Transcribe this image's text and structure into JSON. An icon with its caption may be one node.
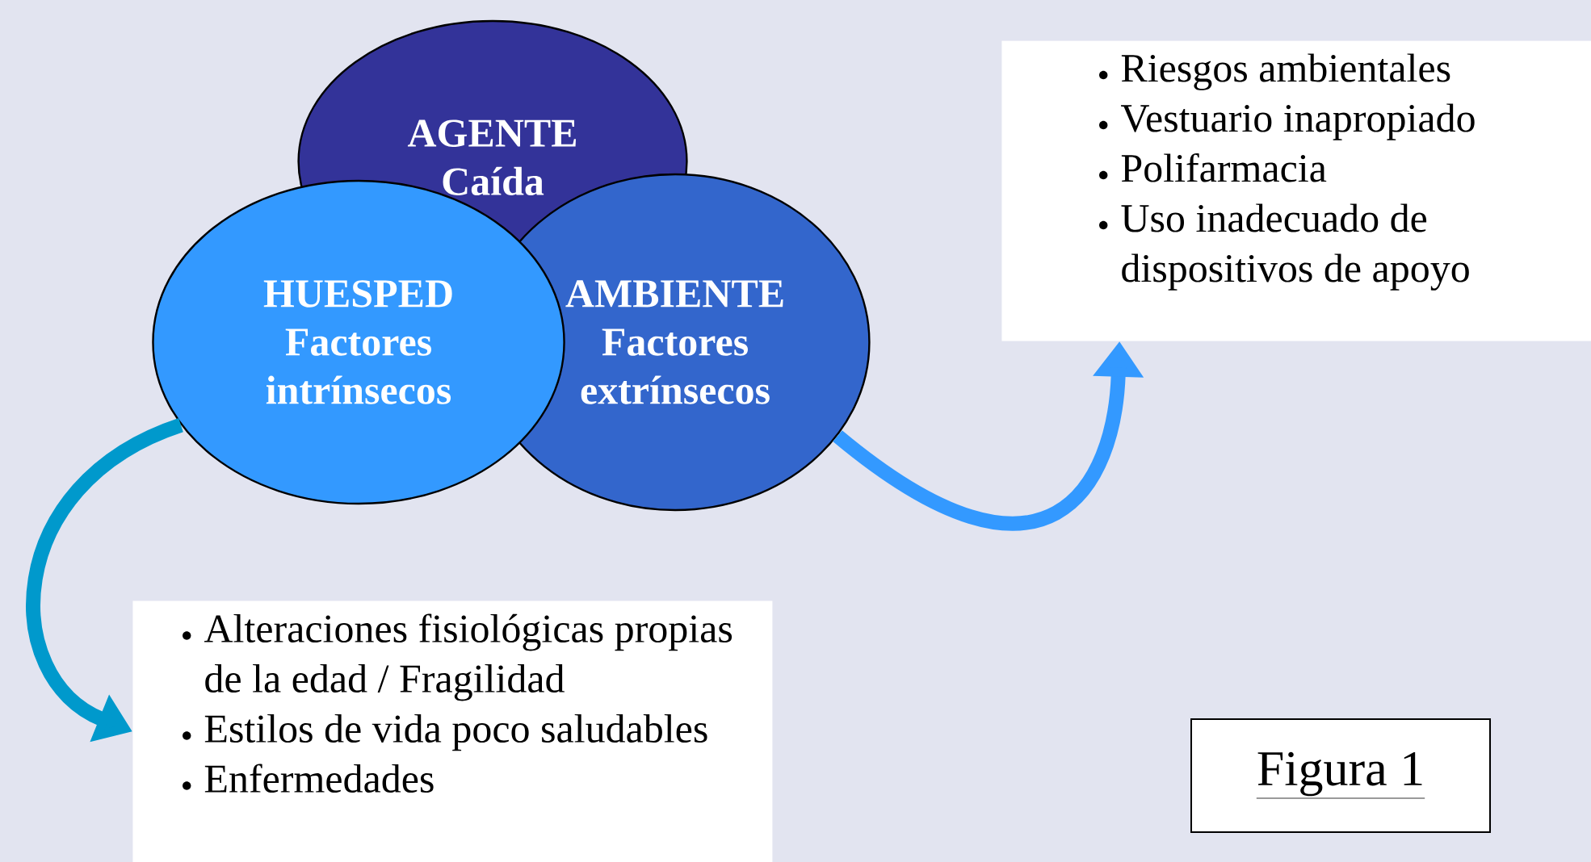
{
  "diagram": {
    "nodes": [
      {
        "text": [
          "AGENTE",
          "Caída"
        ]
      },
      {
        "text": [
          "HUESPED",
          "Factores intrínsecos"
        ]
      },
      {
        "text": [
          "AMBIENTE",
          "Factores extrínsecos"
        ]
      },
      {
        "text": [
          "Riesgos ambientales",
          "Vestuario inapropiado",
          "Polifarmacia",
          "Uso inadecuado de dispositivos de apoyo"
        ]
      },
      {
        "text": [
          "Alteraciones fisiológicas propias de la edad / Fragilidad",
          "Estilos de vida poco saludables",
          "Enfermedades"
        ]
      },
      {
        "text": [
          "Figura 1"
        ]
      }
    ],
    "edges": [
      {
        "from": 1,
        "to": 4,
        "arrow": "to",
        "color": "#0099cc"
      },
      {
        "from": 2,
        "to": 3,
        "arrow": "to",
        "color": "#3399ff"
      }
    ]
  }
}
